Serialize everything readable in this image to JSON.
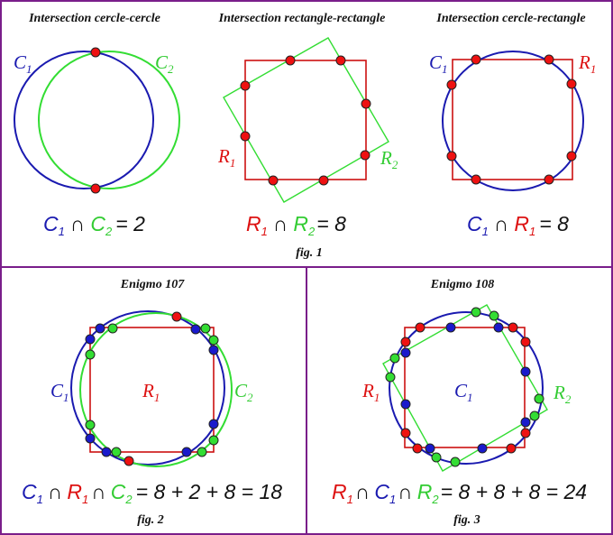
{
  "colors": {
    "blue": "#1a1ab0",
    "green": "#33dd33",
    "red": "#cc1111",
    "border": "#7a1e8a"
  },
  "panels": {
    "cc": {
      "title": "Intersection cercle-cercle",
      "eq_result": "= 2"
    },
    "rr": {
      "title": "Intersection rectangle-rectangle",
      "eq_result": "= 8"
    },
    "cr": {
      "title": "Intersection cercle-rectangle",
      "eq_result": "= 8"
    },
    "fig1": "fig. 1",
    "e107": {
      "title": "Enigmo 107",
      "eq_result": "= 8 + 2 + 8 = 18",
      "caption": "fig. 2"
    },
    "e108": {
      "title": "Enigmo 108",
      "eq_result": "= 8 + 8 + 8 = 24",
      "caption": "fig. 3"
    }
  },
  "symbols": {
    "C": "C",
    "R": "R",
    "one": "1",
    "two": "2",
    "cap": "∩"
  }
}
